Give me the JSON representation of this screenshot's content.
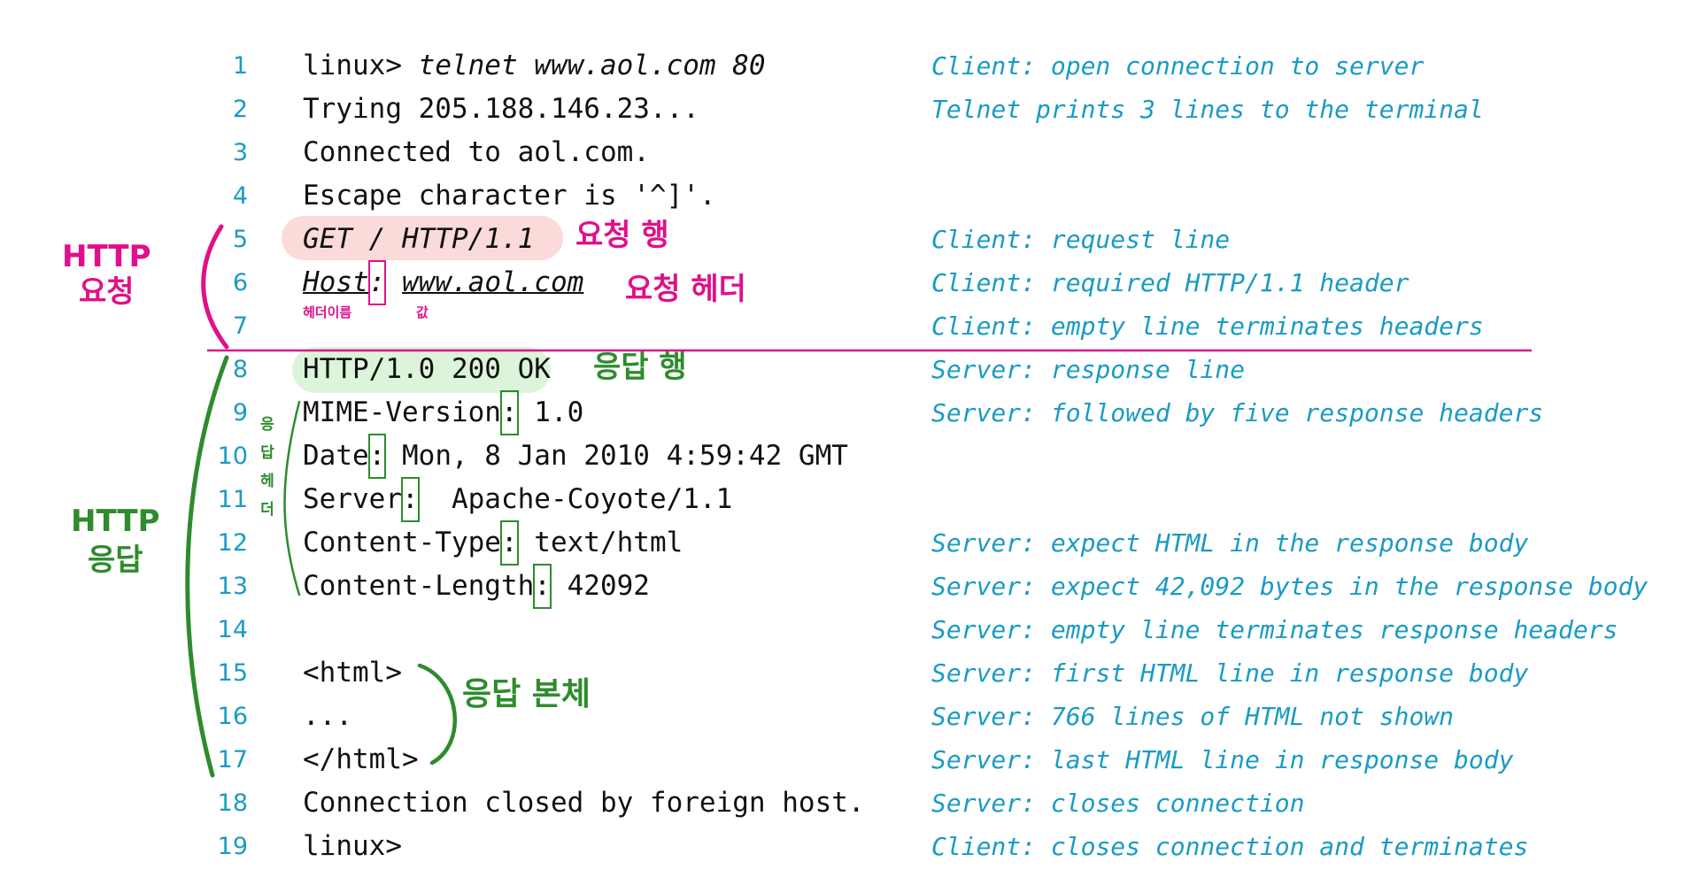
{
  "lines": [
    {
      "n": "1",
      "code": "linux> ",
      "code_italic": "telnet www.aol.com 80",
      "comment": "Client: open connection to server"
    },
    {
      "n": "2",
      "code": "Trying 205.188.146.23...",
      "comment": "Telnet prints 3 lines to the terminal"
    },
    {
      "n": "3",
      "code": "Connected to aol.com.",
      "comment": ""
    },
    {
      "n": "4",
      "code": "Escape character is '^]'.",
      "comment": ""
    },
    {
      "n": "5",
      "code_italic": "GET / HTTP/1.1",
      "comment": "Client: request line"
    },
    {
      "n": "6",
      "code_italic_key": "Host",
      "code_italic_sep": ":",
      "code_italic_val": "www.aol.com",
      "comment": "Client: required HTTP/1.1 header"
    },
    {
      "n": "7",
      "code": "",
      "comment": "Client: empty line terminates headers"
    },
    {
      "n": "8",
      "code": "HTTP/1.0 200 OK",
      "comment": "Server: response line"
    },
    {
      "n": "9",
      "key": "MIME-Version",
      "sep": ":",
      "val": " 1.0",
      "comment": "Server: followed by five response headers"
    },
    {
      "n": "10",
      "key": "Date",
      "sep": ":",
      "val": " Mon, 8 Jan 2010 4:59:42 GMT",
      "comment": ""
    },
    {
      "n": "11",
      "key": "Server",
      "sep": ":",
      "val": "  Apache-Coyote/1.1",
      "comment": ""
    },
    {
      "n": "12",
      "key": "Content-Type",
      "sep": ":",
      "val": " text/html",
      "comment": "Server: expect HTML in the response body"
    },
    {
      "n": "13",
      "key": "Content-Length",
      "sep": ":",
      "val": " 42092",
      "comment": "Server: expect 42,092 bytes in the response body"
    },
    {
      "n": "14",
      "code": "",
      "comment": "Server: empty line terminates response headers"
    },
    {
      "n": "15",
      "code": "<html>",
      "comment": "Server: first HTML line in response body"
    },
    {
      "n": "16",
      "code": "...",
      "comment": "Server: 766 lines of HTML not shown"
    },
    {
      "n": "17",
      "code": "</html>",
      "comment": "Server: last HTML line in response body"
    },
    {
      "n": "18",
      "code": "Connection closed by foreign host.",
      "comment": "Server: closes connection"
    },
    {
      "n": "19",
      "code": "linux>",
      "comment": "Client: closes connection and terminates"
    }
  ],
  "annotations": {
    "request_label_1": "HTTP",
    "request_label_2": "요청",
    "response_label_1": "HTTP",
    "response_label_2": "응답",
    "request_line": "요청 행",
    "request_header": "요청 헤더",
    "header_name": "헤더이름",
    "header_value": "값",
    "response_line": "응답 행",
    "response_header": [
      "응",
      "답",
      "헤",
      "더"
    ],
    "response_body": "응답 본체"
  },
  "colors": {
    "line_number": "#1a9bc4",
    "comment": "#1a9bc4",
    "code": "#111111",
    "request_annotation": "#e0108a",
    "response_annotation": "#2e8b2e",
    "request_highlight": "#fbdada",
    "response_highlight": "#dcf5da"
  }
}
